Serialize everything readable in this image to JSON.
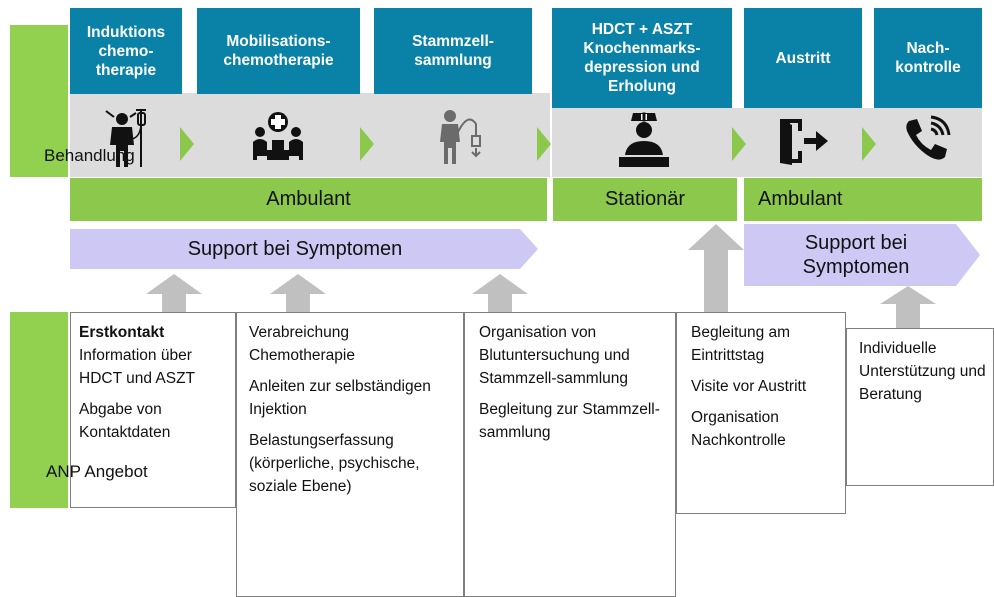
{
  "colors": {
    "green": "#8cc84b",
    "side_green": "#92d050",
    "blue_header": "#0a82a8",
    "lavender": "#cdc8f4",
    "grey": "#dcdcdc",
    "arrow_grey": "#c0c0c0"
  },
  "labels": {
    "treatment": "Behandlung",
    "anp": "ANP Angebot"
  },
  "phases": [
    {
      "title": "Induktions chemo-therapie",
      "icon": "iv-drip-patient-icon"
    },
    {
      "title": "Mobilisations-chemotherapie",
      "icon": "medical-consultation-icon"
    },
    {
      "title": "Stammzell-sammlung",
      "icon": "apheresis-icon"
    },
    {
      "title": "HDCT + ASZT Knochenmarks-depression und Erholung",
      "icon": "nurse-icon"
    },
    {
      "title": "Austritt",
      "icon": "exit-door-icon"
    },
    {
      "title": "Nach-kontrolle",
      "icon": "phone-call-icon"
    }
  ],
  "settings": {
    "ambulant_1": "Ambulant",
    "stationaer": "Stationär",
    "ambulant_2": "Ambulant"
  },
  "support": {
    "main": "Support bei Symptomen",
    "right": "Support bei Symptomen"
  },
  "anp_boxes": [
    {
      "heading": "Erstkontakt",
      "items": [
        "Information über HDCT und ASZT",
        "Abgabe von Kontaktdaten"
      ]
    },
    {
      "items": [
        "Verabreichung Chemotherapie",
        "Anleiten zur selbständigen Injektion",
        "Belastungserfassung (körperliche, psychische, soziale Ebene)"
      ]
    },
    {
      "items": [
        "Organisation von Blutuntersuchung und Stammzell-sammlung",
        "Begleitung zur Stammzell-sammlung"
      ]
    },
    {
      "items": [
        "Begleitung am Eintrittstag",
        "Visite vor Austritt",
        "Organisation Nachkontrolle"
      ]
    },
    {
      "items": [
        "Individuelle Unterstützung und Beratung"
      ]
    }
  ]
}
